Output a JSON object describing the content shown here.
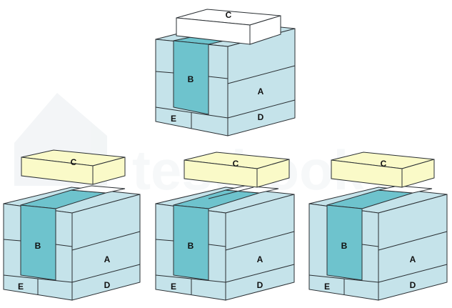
{
  "colors": {
    "face_light": "#c5e3ea",
    "face_pillar": "#6ec3cd",
    "slab_white": "#ffffff",
    "slab_yellow": "#fafac8",
    "stroke": "#2a2f33",
    "watermark": "#dfe5ea"
  },
  "watermark": {
    "text": "testbook",
    "logo_icon": "testbook-logo-icon"
  },
  "question_figure": {
    "labels": {
      "a": "A",
      "b": "B",
      "c": "C",
      "d": "D",
      "e": "E"
    }
  },
  "options": [
    {
      "labels": {
        "a": "A",
        "b": "B",
        "c": "C",
        "d": "D",
        "e": "E"
      }
    },
    {
      "labels": {
        "a": "A",
        "b": "B",
        "c": "C",
        "d": "D",
        "e": "E"
      }
    },
    {
      "labels": {
        "a": "A",
        "b": "B",
        "c": "C",
        "d": "D",
        "e": "E"
      }
    }
  ]
}
